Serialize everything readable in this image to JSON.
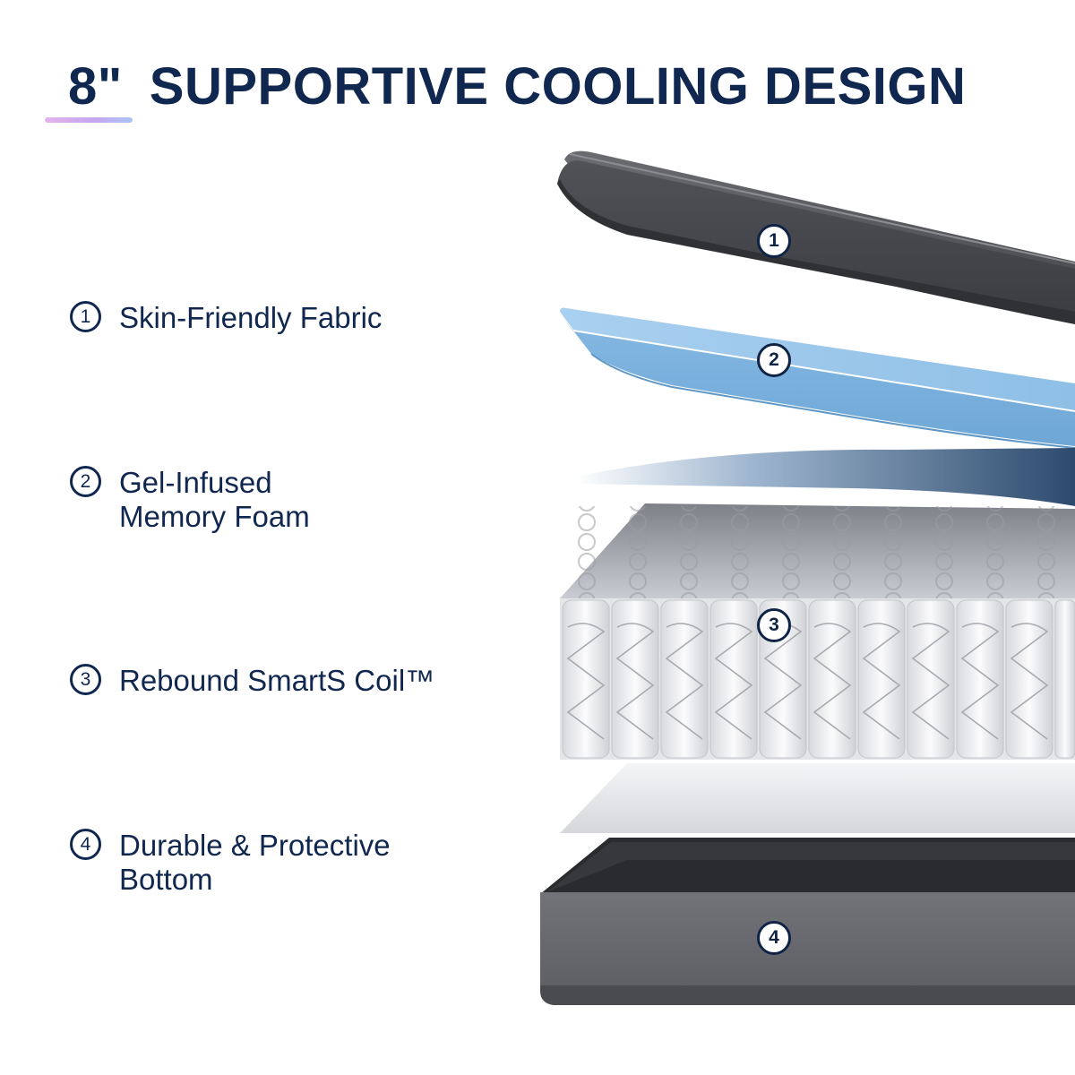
{
  "header": {
    "size": "8\"",
    "title": "SUPPORTIVE COOLING DESIGN"
  },
  "layers": [
    {
      "number": "1",
      "label": "Skin-Friendly Fabric"
    },
    {
      "number": "2",
      "label": "Gel-Infused\nMemory Foam"
    },
    {
      "number": "3",
      "label": "Rebound SmartS Coil™"
    },
    {
      "number": "4",
      "label": "Durable & Protective\nBottom"
    }
  ],
  "colors": {
    "navy": "#10274f",
    "fabric_gray": "#4b4d52",
    "gel_blue": "#86b9e3",
    "coil_white": "#f1f2f4",
    "base_gray": "#6b6c70"
  }
}
